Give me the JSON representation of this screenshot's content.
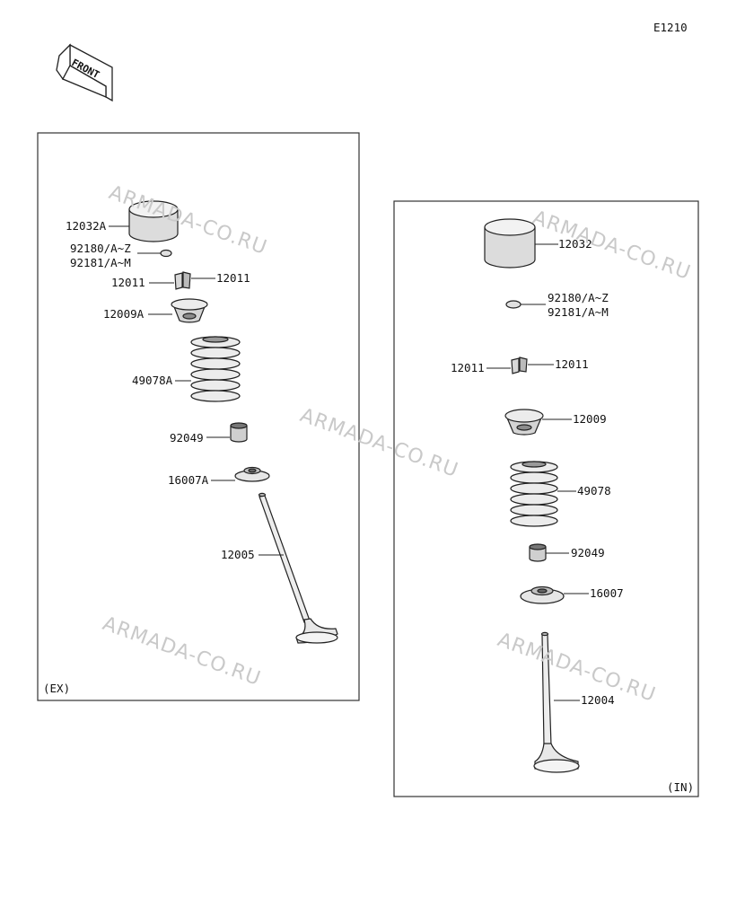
{
  "diagram_code": "E1210",
  "front_label": "FRONT",
  "watermark": "ARMADA-CO.RU",
  "exhaust": {
    "tag": "(EX)",
    "labels": {
      "bucket": "12032A",
      "shim_a": "92180/A~Z",
      "shim_b": "92181/A~M",
      "keeper_left": "12011",
      "keeper_right": "12011",
      "retainer": "12009A",
      "spring": "49078A",
      "seal": "92049",
      "seat": "16007A",
      "valve": "12005"
    }
  },
  "intake": {
    "tag": "(IN)",
    "labels": {
      "bucket": "12032",
      "shim_a": "92180/A~Z",
      "shim_b": "92181/A~M",
      "keeper_left": "12011",
      "keeper_right": "12011",
      "retainer": "12009",
      "spring": "49078",
      "seal": "92049",
      "seat": "16007",
      "valve": "12004"
    }
  },
  "colors": {
    "line": "#222222",
    "part_fill": "#e4e4e4",
    "part_dark": "#8c8c8c",
    "watermark": "#c9c9c9"
  }
}
